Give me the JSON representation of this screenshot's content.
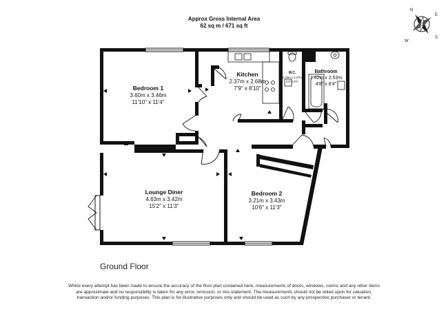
{
  "header": {
    "title": "Approx Gross Internal Area",
    "area": "62 sq m / 671 sq ft"
  },
  "compass": {
    "n": "N",
    "e": "E",
    "s": "S",
    "w": "W"
  },
  "rooms": {
    "bedroom1": {
      "name": "Bedroom 1",
      "metric": "3.60m x 3.46m",
      "imperial": "11'10\" x 11'4\""
    },
    "kitchen": {
      "name": "Kitchen",
      "metric": "2.37m x 2.68m",
      "imperial": "7'9\" x 8'10\""
    },
    "wc": {
      "name": "W.C.",
      "metric": "0.70m x 2.47m",
      "imperial": "2'4\" x 8'1\""
    },
    "bathroom": {
      "name": "Bathroom",
      "metric": "1.42m x 2.53m",
      "imperial": "4'8\" x 8'4\""
    },
    "lounge": {
      "name": "Lounge Diner",
      "metric": "4.63m x 3.42m",
      "imperial": "15'2\" x 11'3\""
    },
    "bedroom2": {
      "name": "Bedroom 2",
      "metric": "3.21m x 3.43m",
      "imperial": "10'6\" x 11'3\""
    }
  },
  "floor_label": "Ground Floor",
  "disclaimer": "Whilst every attempt has been made to ensure the accuracy of the floor plan contained here, measurements of doors, windows, rooms and any other items are approximate and no responsibility is taken for any error, omission, or mis-statement. The measurements should not be relied upon for valuation, transaction and/or funding purposes. This plan is for illustrative purposes only and should be used as such by any prospective purchaser or tenant."
}
